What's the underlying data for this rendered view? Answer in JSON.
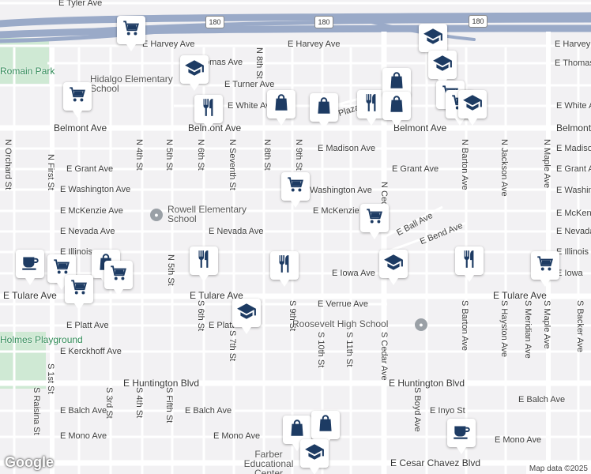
{
  "map": {
    "attribution": "Map data ©2025",
    "logo": "Google",
    "highway_shields": [
      "180",
      "180",
      "180"
    ],
    "colors": {
      "freeway": "#9aaac8",
      "park": "#cfe9d4",
      "road": "#ffffff",
      "marker": "#1d3b63"
    }
  },
  "streets_h": [
    {
      "label": "E Tyler Ave"
    },
    {
      "label": "E Harvey Ave"
    },
    {
      "label": "E Harvey Ave"
    },
    {
      "label": "E Harvey Ave"
    },
    {
      "label": "E Thomas Ave"
    },
    {
      "label": "E Thomas Ave"
    },
    {
      "label": "E Turner Ave"
    },
    {
      "label": "E White Ave"
    },
    {
      "label": "E White Ave"
    },
    {
      "label": "Belmont Ave"
    },
    {
      "label": "Belmont Ave"
    },
    {
      "label": "Belmont Ave"
    },
    {
      "label": "Belmont Ave"
    },
    {
      "label": "E Madison Ave"
    },
    {
      "label": "E Madison Ave"
    },
    {
      "label": "E Grant Ave"
    },
    {
      "label": "E Grant Ave"
    },
    {
      "label": "E Grant Ave"
    },
    {
      "label": "E Washington Ave"
    },
    {
      "label": "Washington Ave"
    },
    {
      "label": "E Washington"
    },
    {
      "label": "E McKenzie Ave"
    },
    {
      "label": "E McKenzie Ave"
    },
    {
      "label": "E McKenz"
    },
    {
      "label": "E Nevada Ave"
    },
    {
      "label": "E Nevada Ave"
    },
    {
      "label": "E Nevada"
    },
    {
      "label": "E Illinois"
    },
    {
      "label": "E Illinois"
    },
    {
      "label": "E Iowa Ave"
    },
    {
      "label": "E Iowa"
    },
    {
      "label": "E Tulare Ave"
    },
    {
      "label": "E Tulare Ave"
    },
    {
      "label": "E Tulare Ave"
    },
    {
      "label": "E Verrue Ave"
    },
    {
      "label": "E Platt Ave"
    },
    {
      "label": "E Platt"
    },
    {
      "label": "E Kerckhoff Ave"
    },
    {
      "label": "E Huntington Blvd"
    },
    {
      "label": "E Huntington Blvd"
    },
    {
      "label": "E Balch Ave"
    },
    {
      "label": "E Balch Ave"
    },
    {
      "label": "E Inyo St"
    },
    {
      "label": "E Balch Ave"
    },
    {
      "label": "E Mono Ave"
    },
    {
      "label": "E Mono Ave"
    },
    {
      "label": "E Mono Ave"
    },
    {
      "label": "E Cesar Chavez Blvd"
    },
    {
      "label": "Plaza"
    }
  ],
  "streets_v": [
    {
      "label": "N Orchard St"
    },
    {
      "label": "N First St"
    },
    {
      "label": "N 4th St"
    },
    {
      "label": "N 5th St"
    },
    {
      "label": "N 6th St"
    },
    {
      "label": "N Seventh St"
    },
    {
      "label": "N 8th St"
    },
    {
      "label": "N 8th St"
    },
    {
      "label": "N 9th St"
    },
    {
      "label": "N Cedar Ave"
    },
    {
      "label": "N Barton Ave"
    },
    {
      "label": "N Jackson Ave"
    },
    {
      "label": "N Maple Ave"
    },
    {
      "label": "N 5th St"
    },
    {
      "label": "S 6th St"
    },
    {
      "label": "S 7th St"
    },
    {
      "label": "S 9th St"
    },
    {
      "label": "S 10th St"
    },
    {
      "label": "S 11th St"
    },
    {
      "label": "S Cedar Ave"
    },
    {
      "label": "S Barton Ave"
    },
    {
      "label": "S Hayston Ave"
    },
    {
      "label": "S Meridian Ave"
    },
    {
      "label": "S Maple Ave"
    },
    {
      "label": "S Backer Ave"
    },
    {
      "label": "S 1st St"
    },
    {
      "label": "S Raisina St"
    },
    {
      "label": "S 3rd St"
    },
    {
      "label": "S 4th St"
    },
    {
      "label": "S Fifth St"
    },
    {
      "label": "S Boyd Ave"
    },
    {
      "label": "E Ball Ave"
    },
    {
      "label": "E Bend Ave"
    }
  ],
  "places": [
    {
      "label": "Romain Park"
    },
    {
      "label": "Hidalgo Elementary School"
    },
    {
      "label": "Rowell Elementary School"
    },
    {
      "label": "Roosevelt High School"
    },
    {
      "label": "Holmes Playground"
    },
    {
      "label": "Farber Educational Center"
    }
  ],
  "markers": [
    {
      "icon": "shopping-cart-icon"
    },
    {
      "icon": "school-icon"
    },
    {
      "icon": "shopping-cart-icon"
    },
    {
      "icon": "restaurant-icon"
    },
    {
      "icon": "shopping-bag-icon"
    },
    {
      "icon": "shopping-bag-icon"
    },
    {
      "icon": "restaurant-icon"
    },
    {
      "icon": "shopping-bag-icon"
    },
    {
      "icon": "shopping-bag-icon"
    },
    {
      "icon": "school-icon"
    },
    {
      "icon": "school-icon"
    },
    {
      "icon": "shopping-cart-icon"
    },
    {
      "icon": "shopping-cart-icon"
    },
    {
      "icon": "school-icon"
    },
    {
      "icon": "shopping-cart-icon"
    },
    {
      "icon": "shopping-cart-icon"
    },
    {
      "icon": "cafe-icon"
    },
    {
      "icon": "shopping-cart-icon"
    },
    {
      "icon": "shopping-bag-icon"
    },
    {
      "icon": "shopping-cart-icon"
    },
    {
      "icon": "shopping-cart-icon"
    },
    {
      "icon": "restaurant-icon"
    },
    {
      "icon": "restaurant-icon"
    },
    {
      "icon": "school-icon"
    },
    {
      "icon": "restaurant-icon"
    },
    {
      "icon": "shopping-cart-icon"
    },
    {
      "icon": "school-icon"
    },
    {
      "icon": "shopping-bag-icon"
    },
    {
      "icon": "shopping-bag-icon"
    },
    {
      "icon": "school-icon"
    },
    {
      "icon": "cafe-icon"
    }
  ]
}
